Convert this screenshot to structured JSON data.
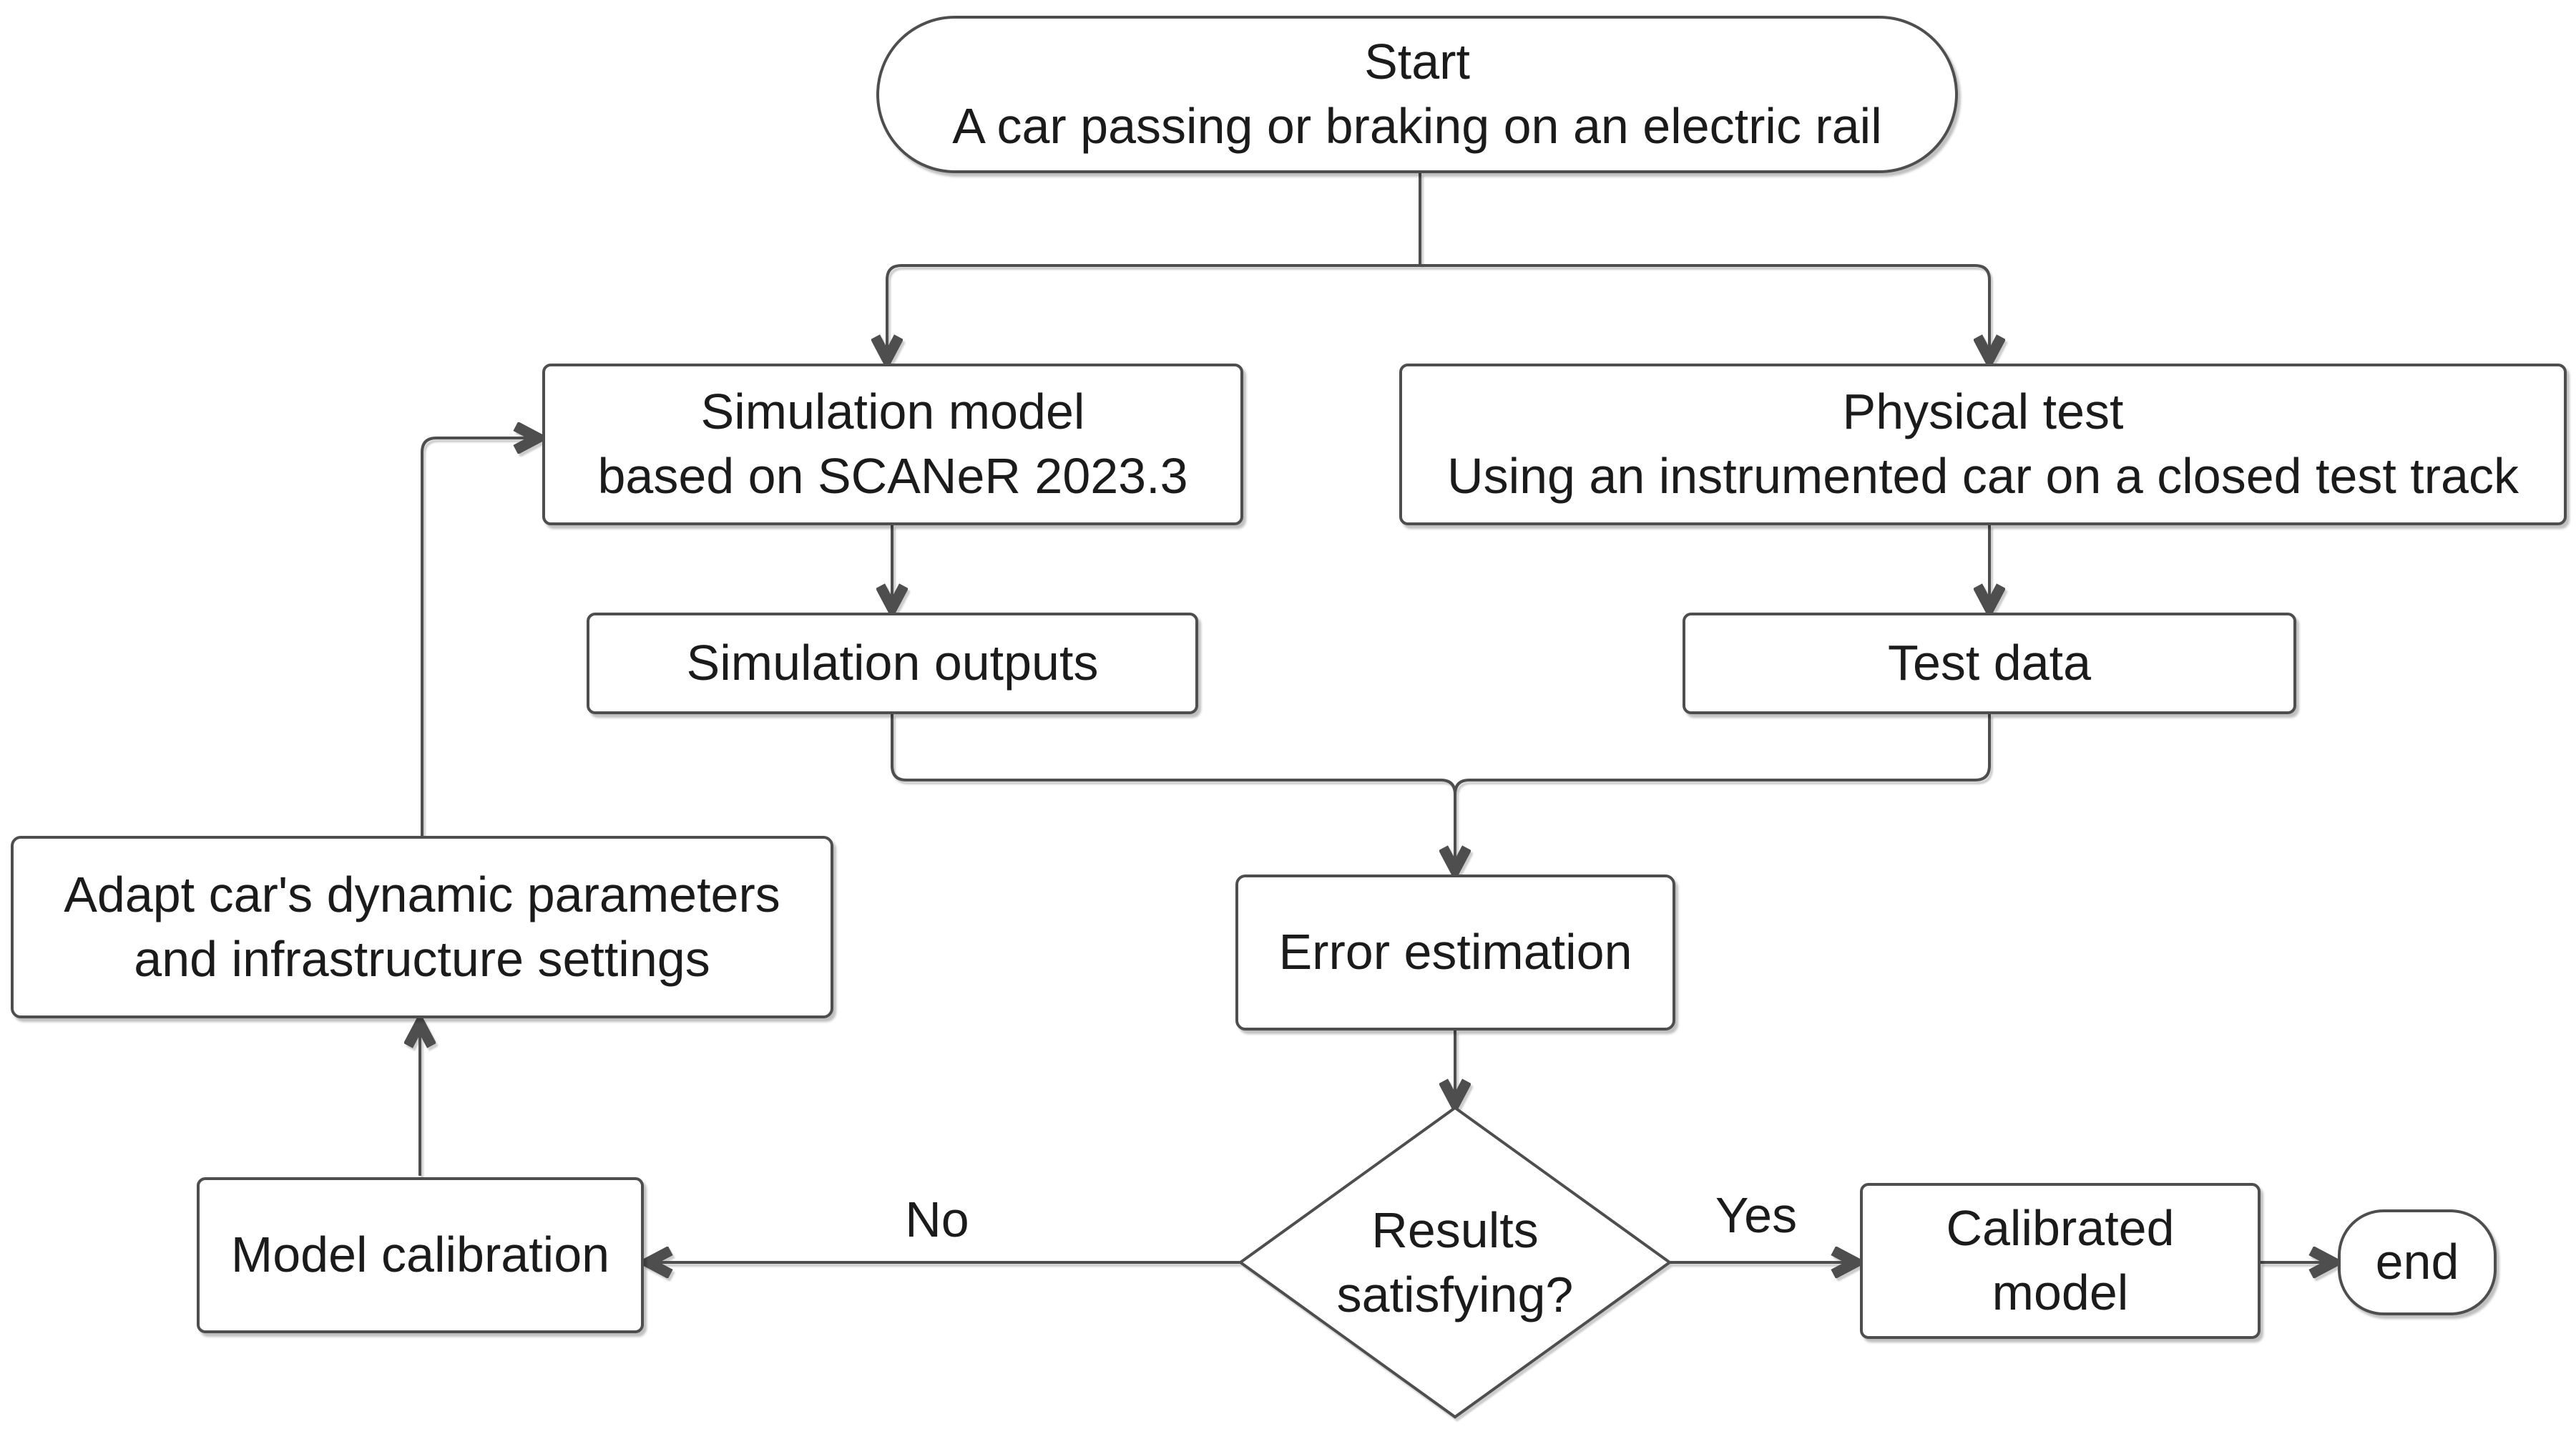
{
  "figure": {
    "background_color": "#ffffff",
    "line_color": "#4e4e4e",
    "text_color": "#1b1b1b",
    "type": "flowchart"
  },
  "nodes": {
    "start": {
      "shape": "terminator",
      "line1": "Start",
      "line2": "A car passing or braking on an electric rail"
    },
    "simulation_model": {
      "shape": "process",
      "line1": "Simulation model",
      "line2": "based on SCANeR 2023.3"
    },
    "physical_test": {
      "shape": "process",
      "line1": "Physical test",
      "line2": "Using an instrumented car on a closed test track"
    },
    "simulation_outputs": {
      "shape": "process",
      "line1": "Simulation outputs"
    },
    "test_data": {
      "shape": "process",
      "line1": "Test data"
    },
    "error_estimation": {
      "shape": "process",
      "line1": "Error estimation"
    },
    "decision": {
      "shape": "decision",
      "line1": "Results",
      "line2": "satisfying?"
    },
    "model_calibration": {
      "shape": "process",
      "line1": "Model calibration"
    },
    "adapt_parameters": {
      "shape": "process",
      "line1": "Adapt car's dynamic parameters",
      "line2": "and infrastructure settings"
    },
    "calibrated_model": {
      "shape": "process",
      "line1": "Calibrated",
      "line2": "model"
    },
    "end": {
      "shape": "terminator",
      "line1": "end"
    }
  },
  "edge_labels": {
    "no": "No",
    "yes": "Yes"
  },
  "edges": [
    {
      "from": "start",
      "to": "simulation_model"
    },
    {
      "from": "start",
      "to": "physical_test"
    },
    {
      "from": "simulation_model",
      "to": "simulation_outputs"
    },
    {
      "from": "physical_test",
      "to": "test_data"
    },
    {
      "from": "simulation_outputs",
      "to": "error_estimation"
    },
    {
      "from": "test_data",
      "to": "error_estimation"
    },
    {
      "from": "error_estimation",
      "to": "decision"
    },
    {
      "from": "decision",
      "to": "model_calibration",
      "label": "No"
    },
    {
      "from": "decision",
      "to": "calibrated_model",
      "label": "Yes"
    },
    {
      "from": "model_calibration",
      "to": "adapt_parameters"
    },
    {
      "from": "adapt_parameters",
      "to": "simulation_model"
    },
    {
      "from": "calibrated_model",
      "to": "end"
    }
  ]
}
